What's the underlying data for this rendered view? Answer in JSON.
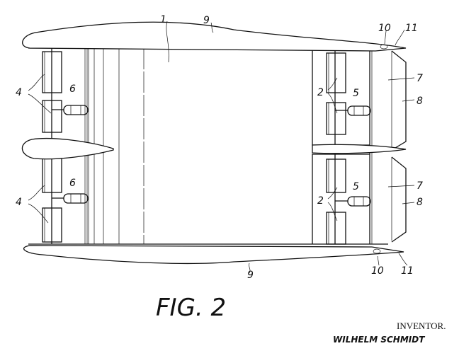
{
  "drawing": {
    "labels": {
      "l1": "1",
      "l9_top": "9",
      "l9_bottom": "9",
      "l10_top": "10",
      "l11_top": "11",
      "l10_bottom": "10",
      "l11_bottom": "11",
      "l4_top": "4",
      "l4_bottom": "4",
      "l6_top": "6",
      "l6_bottom": "6",
      "l2_top": "2",
      "l2_bottom": "2",
      "l5_top": "5",
      "l5_bottom": "5",
      "l7_top": "7",
      "l7_bottom": "7",
      "l8_top": "8",
      "l8_bottom": "8"
    },
    "figure_caption": "FIG. 2"
  },
  "inventor": {
    "heading": "INVENTOR.",
    "signature": "WILHELM SCHMIDT"
  }
}
